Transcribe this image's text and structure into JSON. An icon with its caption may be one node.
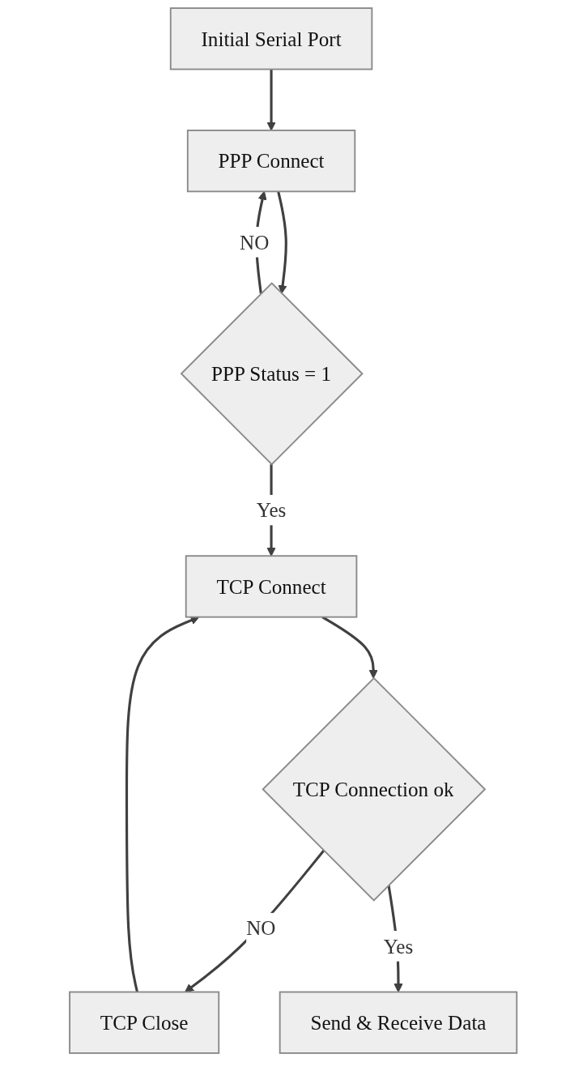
{
  "diagram": {
    "nodes": [
      {
        "text": [
          "Initial Serial Port"
        ]
      },
      {
        "text": [
          "PPP Connect"
        ]
      },
      {
        "text": [
          "PPP Status = 1"
        ]
      },
      {
        "text": [
          "TCP Connect"
        ]
      },
      {
        "text": [
          "TCP Connection ok"
        ]
      },
      {
        "text": [
          "TCP Close"
        ]
      },
      {
        "text": [
          "Send & Receive Data"
        ]
      }
    ],
    "edges": [
      {
        "from": 0,
        "to": 1,
        "arrow": "to"
      },
      {
        "from": 1,
        "to": 2,
        "arrow": "to"
      },
      {
        "from": 2,
        "to": 1,
        "arrow": "to",
        "label": "NO"
      },
      {
        "from": 2,
        "to": 3,
        "arrow": "to",
        "label": "Yes"
      },
      {
        "from": 3,
        "to": 4,
        "arrow": "to"
      },
      {
        "from": 4,
        "to": 5,
        "arrow": "to",
        "label": "NO"
      },
      {
        "from": 5,
        "to": 3,
        "arrow": "to"
      },
      {
        "from": 4,
        "to": 6,
        "arrow": "to",
        "label": "Yes"
      }
    ]
  }
}
